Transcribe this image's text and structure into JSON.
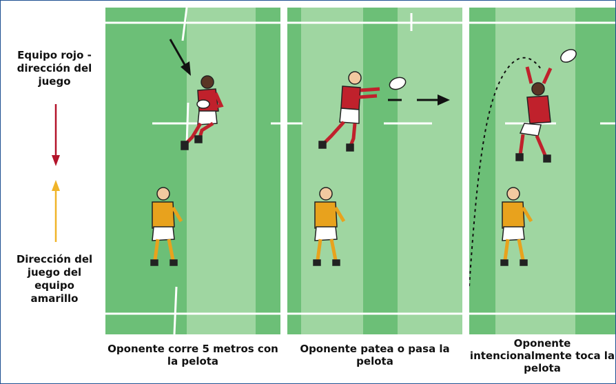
{
  "sidebar": {
    "red_team_label": "Equipo rojo - dirección del juego",
    "yellow_team_label": "Dirección del juego del equipo amarillo"
  },
  "panels": [
    {
      "caption": "Oponente corre 5 metros con la pelota"
    },
    {
      "caption": "Oponente patea o pasa la pelota"
    },
    {
      "caption": "Oponente intencionalmente toca la pelota"
    }
  ],
  "colors": {
    "border": "#1d4f91",
    "grass_dark": "#6cbf77",
    "grass_light": "#9fd6a1",
    "red_team": "#c0212c",
    "yellow_team": "#e8a21d",
    "red_arrow": "#b3132a",
    "yellow_arrow": "#f0b429"
  },
  "icons": [
    "run-with-ball-icon",
    "kick-pass-icon",
    "catch-ball-icon",
    "direction-arrow-icon"
  ]
}
